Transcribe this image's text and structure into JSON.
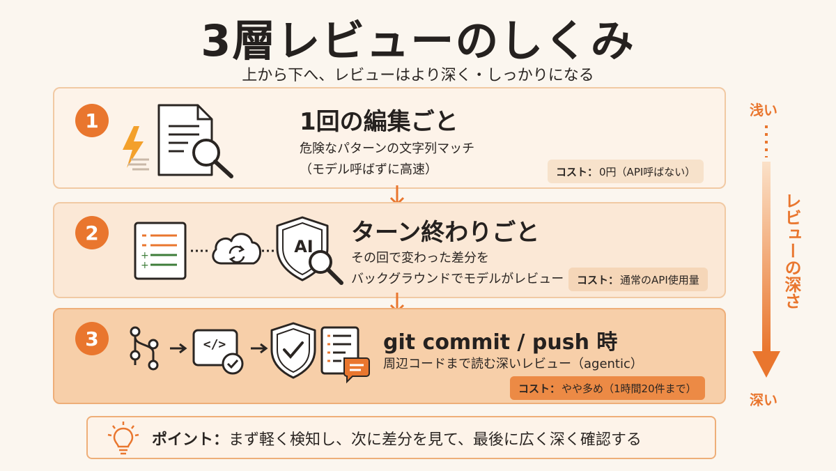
{
  "header": {
    "title": "3層レビューのしくみ",
    "subtitle": "上から下へ、レビューはより深く・しっかりになる"
  },
  "stages": [
    {
      "number": "1",
      "title": "1回の編集ごと",
      "desc_lines": [
        "危険なパターンの文字列マッチ",
        "（モデル呼ばずに高速）"
      ],
      "cost_label": "コスト：",
      "cost_value": "0円（API呼ばない）"
    },
    {
      "number": "2",
      "title": "ターン終わりごと",
      "desc_lines": [
        "その回で変わった差分を",
        "バックグラウンドでモデルがレビュー"
      ],
      "cost_label": "コスト：",
      "cost_value": "通常のAPI使用量",
      "icon_text": "AI"
    },
    {
      "number": "3",
      "title": "git commit / push 時",
      "desc_lines": [
        "周辺コードまで読む深いレビュー（agentic）"
      ],
      "cost_label": "コスト：",
      "cost_value": "やや多め（1時間20件まで）",
      "icon_text": "</>"
    }
  ],
  "depth_scale": {
    "top": "浅い",
    "label": "レビューの深さ",
    "bottom": "深い"
  },
  "point": {
    "label": "ポイント：",
    "text": "まず軽く検知し、次に差分を見て、最後に広く深く確認する"
  },
  "colors": {
    "accent": "#e9762e",
    "card1_bg": "#fdf3e9",
    "card2_bg": "#fbe8d6",
    "card3_bg": "#f7cfa9",
    "background": "#fbf6ef"
  },
  "icons": [
    "lightning-icon",
    "document-search-icon",
    "checklist-icon",
    "cloud-sync-icon",
    "ai-shield-search-icon",
    "git-branch-icon",
    "code-check-icon",
    "shield-check-icon",
    "document-comment-icon",
    "lightbulb-icon"
  ]
}
